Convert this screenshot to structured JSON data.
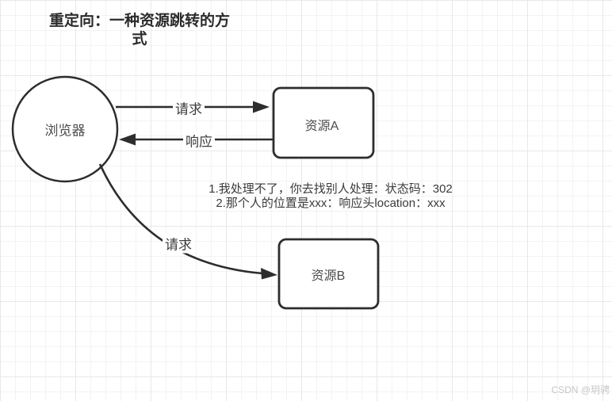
{
  "title": {
    "text": "重定向：一种资源跳转的方式",
    "line1": "重定向：一种资源跳转的方",
    "line2": "式"
  },
  "diagram": {
    "browser": {
      "label": "浏览器",
      "shape": "circle"
    },
    "resource_a": {
      "label": "资源A",
      "shape": "rounded-rect"
    },
    "resource_b": {
      "label": "资源B",
      "shape": "rounded-rect"
    },
    "arrows": {
      "request_to_a": {
        "label": "请求",
        "from": "浏览器",
        "to": "资源A",
        "style": "straight"
      },
      "response_from_a": {
        "label": "响应",
        "from": "资源A",
        "to": "浏览器",
        "style": "straight"
      },
      "request_to_b": {
        "label": "请求",
        "from": "浏览器",
        "to": "资源B",
        "style": "curved"
      }
    },
    "note": {
      "line1": "1.我处理不了，你去找别人处理：状态码：302",
      "line2": "2.那个人的位置是xxx：响应头location：xxx"
    }
  },
  "watermark": {
    "text": "CSDN @玥骋"
  },
  "colors": {
    "shape_stroke": "#2d2d2d",
    "shape_fill": "#ffffff",
    "shape_text": "#4d4d4d",
    "title_text": "#2b2b2b",
    "note_text": "#3b3b3b",
    "grid_minor": "#f3f3f5",
    "grid_major": "#e8e8eb",
    "watermark_text": "#c6c6ca"
  }
}
